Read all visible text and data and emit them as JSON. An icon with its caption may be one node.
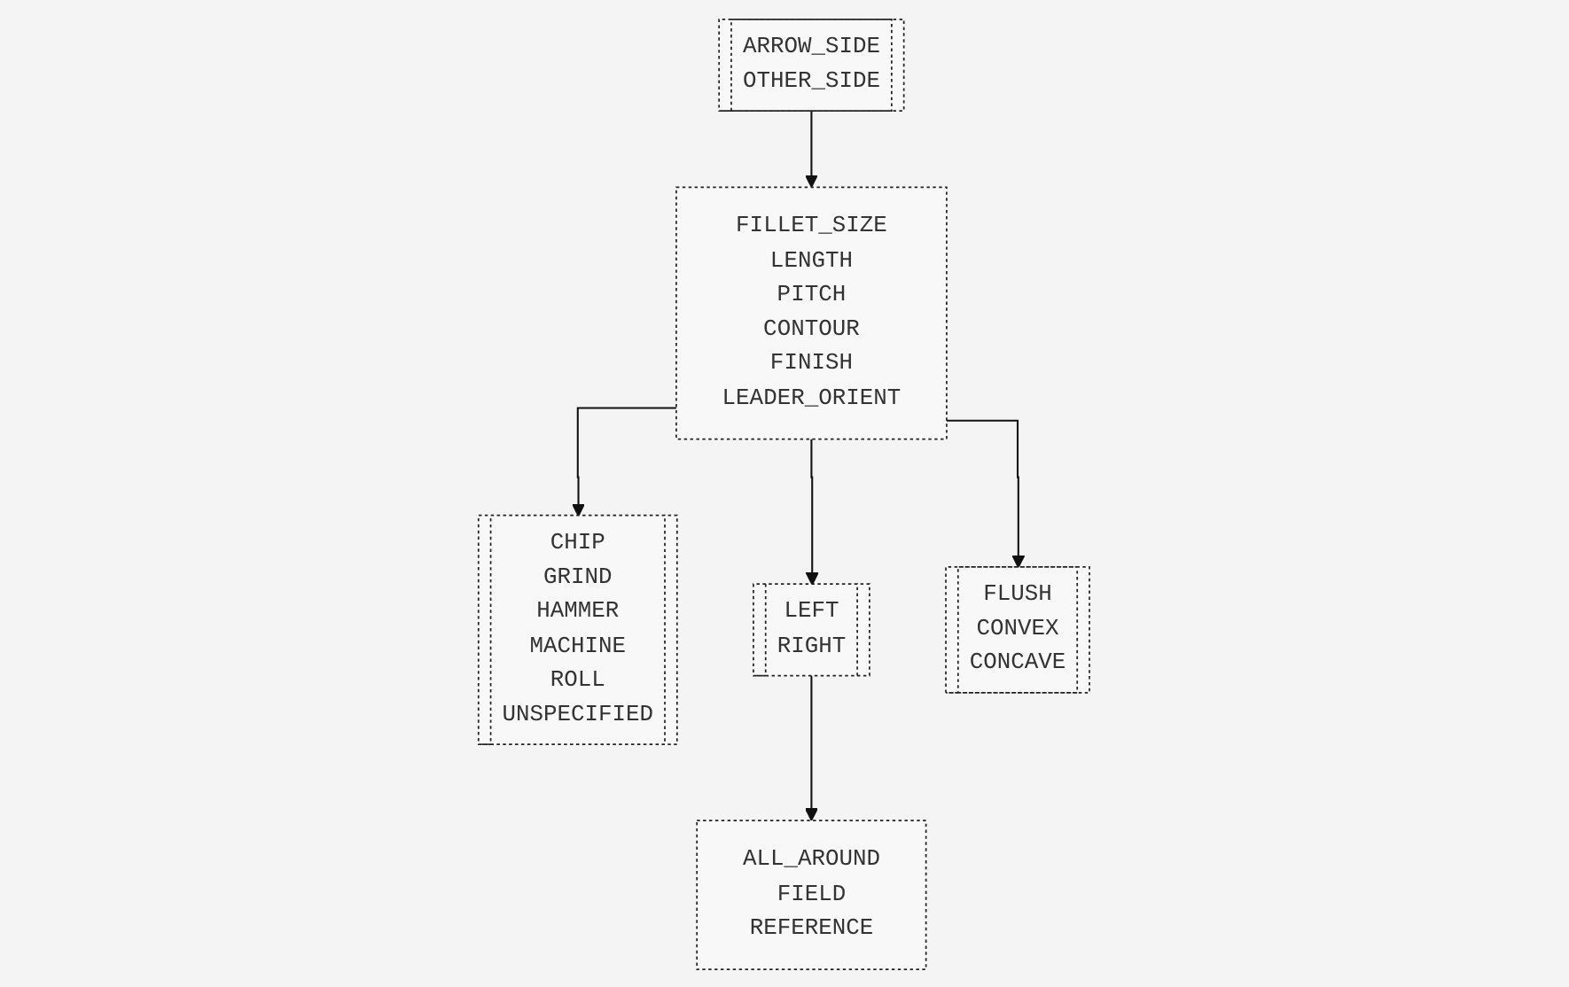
{
  "diagram": {
    "nodes": [
      {
        "text": [
          "ARROW_SIDE",
          "OTHER_SIDE"
        ]
      },
      {
        "text": [
          "FILLET_SIZE",
          "LENGTH",
          "PITCH",
          "CONTOUR",
          "FINISH",
          "LEADER_ORIENT"
        ]
      },
      {
        "text": [
          "CHIP",
          "GRIND",
          "HAMMER",
          "MACHINE",
          "ROLL",
          "UNSPECIFIED"
        ]
      },
      {
        "text": [
          "LEFT",
          "RIGHT"
        ]
      },
      {
        "text": [
          "FLUSH",
          "CONVEX",
          "CONCAVE"
        ]
      },
      {
        "text": [
          "ALL_AROUND",
          "FIELD",
          "REFERENCE"
        ]
      }
    ],
    "edges": [
      {
        "from": 0,
        "to": 1,
        "arrow": "to"
      },
      {
        "from": 1,
        "to": 2,
        "arrow": "to"
      },
      {
        "from": 1,
        "to": 4,
        "arrow": "to"
      },
      {
        "from": 1,
        "to": 3,
        "arrow": "to"
      },
      {
        "from": 3,
        "to": 5,
        "arrow": "to"
      }
    ]
  }
}
